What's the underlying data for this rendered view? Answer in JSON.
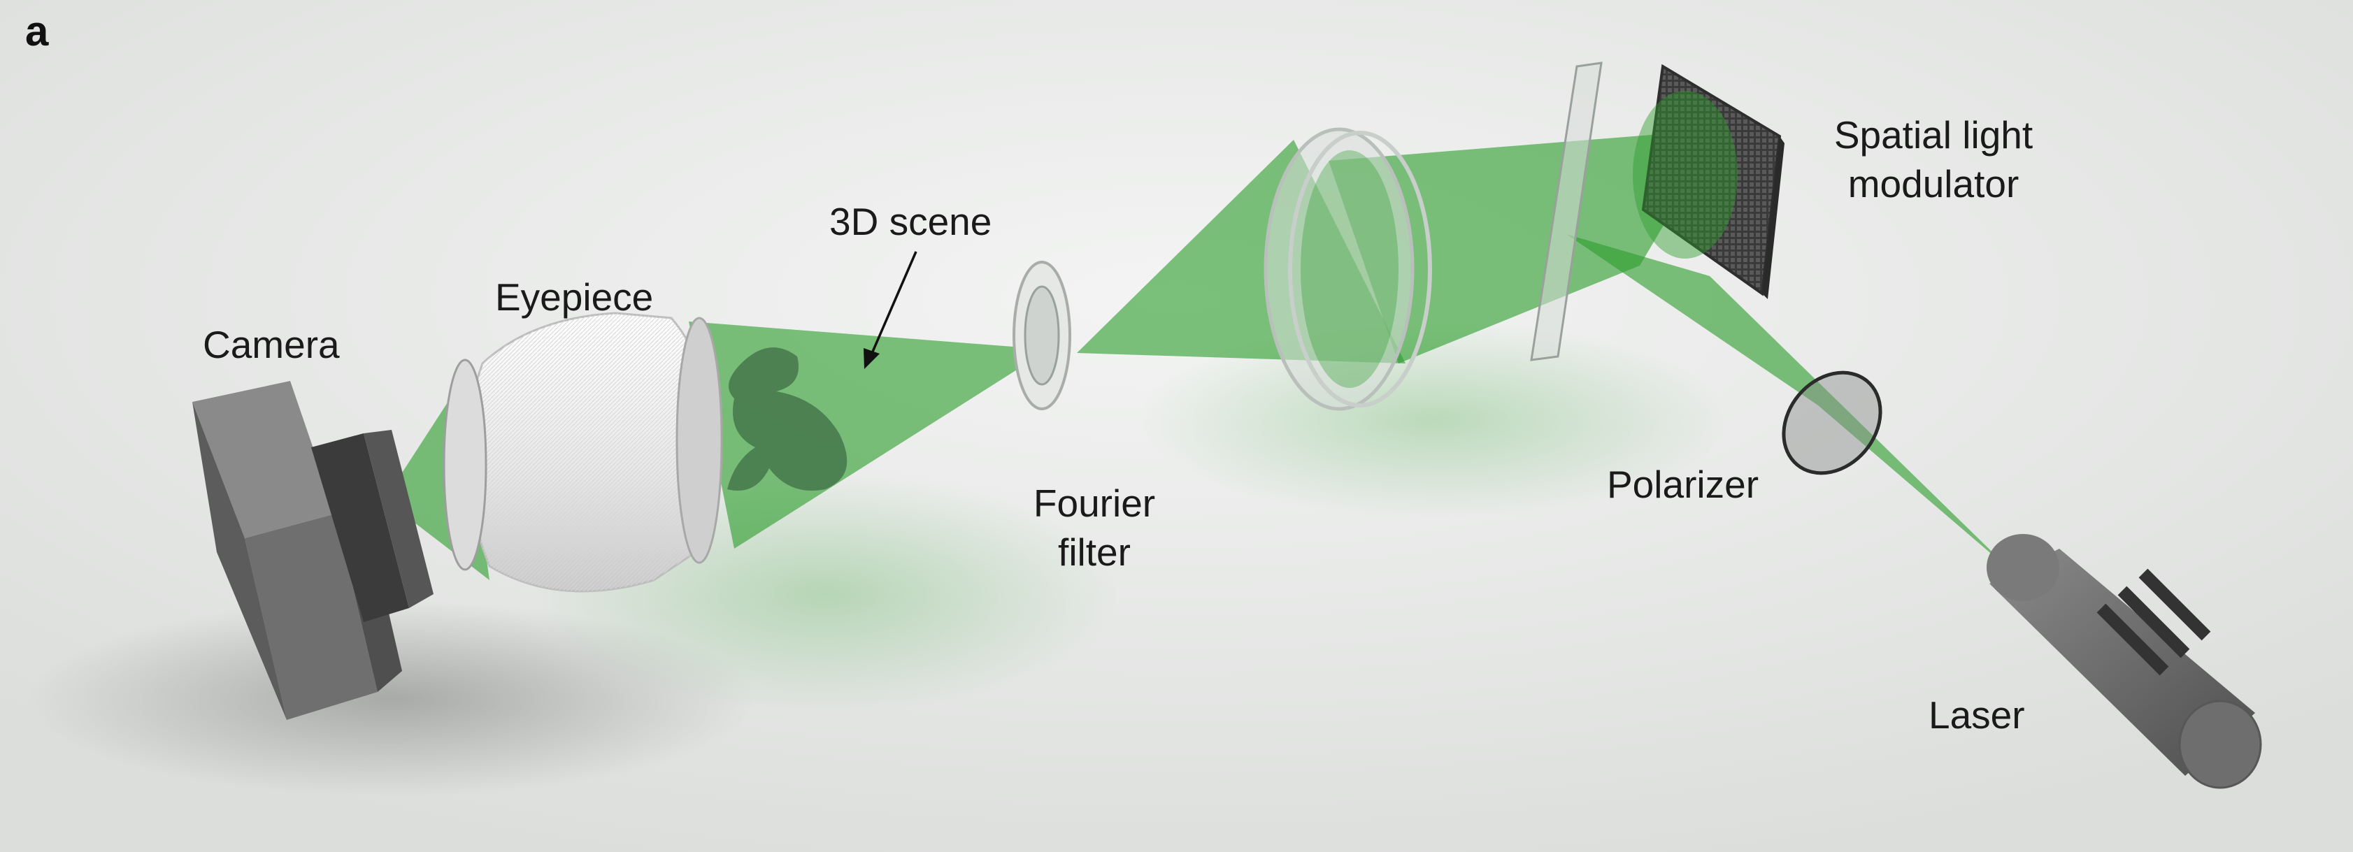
{
  "figure": {
    "panel_letter": "a",
    "labels": {
      "camera": "Camera",
      "eyepiece": "Eyepiece",
      "scene": "3D scene",
      "fourier_filter_line1": "Fourier",
      "fourier_filter_line2": "filter",
      "slm_line1": "Spatial light",
      "slm_line2": "modulator",
      "polarizer": "Polarizer",
      "laser": "Laser"
    },
    "colors": {
      "background": "#e9eae9",
      "beam": "#2f9e2f",
      "device": "#6d6d6d",
      "device_dark": "#3c3c3c",
      "glass": "#dfe3e0"
    }
  }
}
